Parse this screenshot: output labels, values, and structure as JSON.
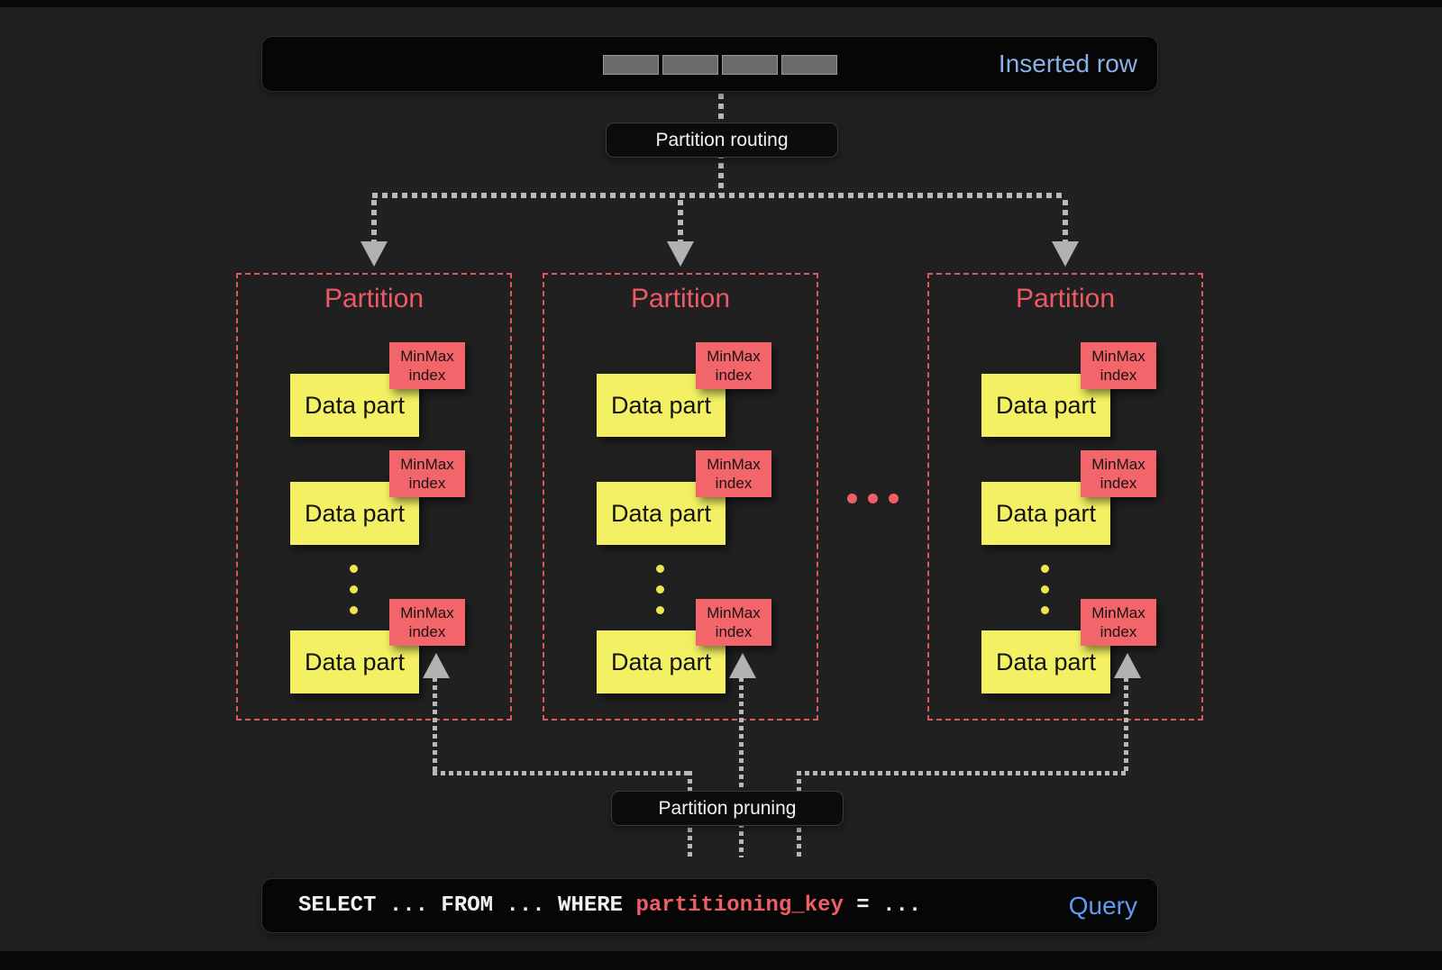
{
  "inserted_row": {
    "label": "Inserted row",
    "segment_count": 4
  },
  "labels": {
    "routing": "Partition routing",
    "pruning": "Partition pruning"
  },
  "partitions": [
    {
      "title": "Partition",
      "parts": [
        {
          "label": "Data part",
          "badge": "MinMax index"
        },
        {
          "label": "Data part",
          "badge": "MinMax index"
        },
        {
          "label": "Data part",
          "badge": "MinMax index"
        }
      ]
    },
    {
      "title": "Partition",
      "parts": [
        {
          "label": "Data part",
          "badge": "MinMax index"
        },
        {
          "label": "Data part",
          "badge": "MinMax index"
        },
        {
          "label": "Data part",
          "badge": "MinMax index"
        }
      ]
    },
    {
      "title": "Partition",
      "parts": [
        {
          "label": "Data part",
          "badge": "MinMax index"
        },
        {
          "label": "Data part",
          "badge": "MinMax index"
        },
        {
          "label": "Data part",
          "badge": "MinMax index"
        }
      ]
    }
  ],
  "query": {
    "sql_prefix": "SELECT ... FROM ... WHERE ",
    "sql_key": "partitioning_key",
    "sql_suffix": " = ...",
    "label": "Query"
  },
  "colors": {
    "background": "#202020",
    "panel_black": "#060606",
    "partition_red": "#ee5a64",
    "badge_red": "#f2666b",
    "data_yellow": "#f3f163",
    "line_gray": "#b8b8b8",
    "blue_light": "#8ab0e8",
    "blue": "#5e9cf2"
  }
}
